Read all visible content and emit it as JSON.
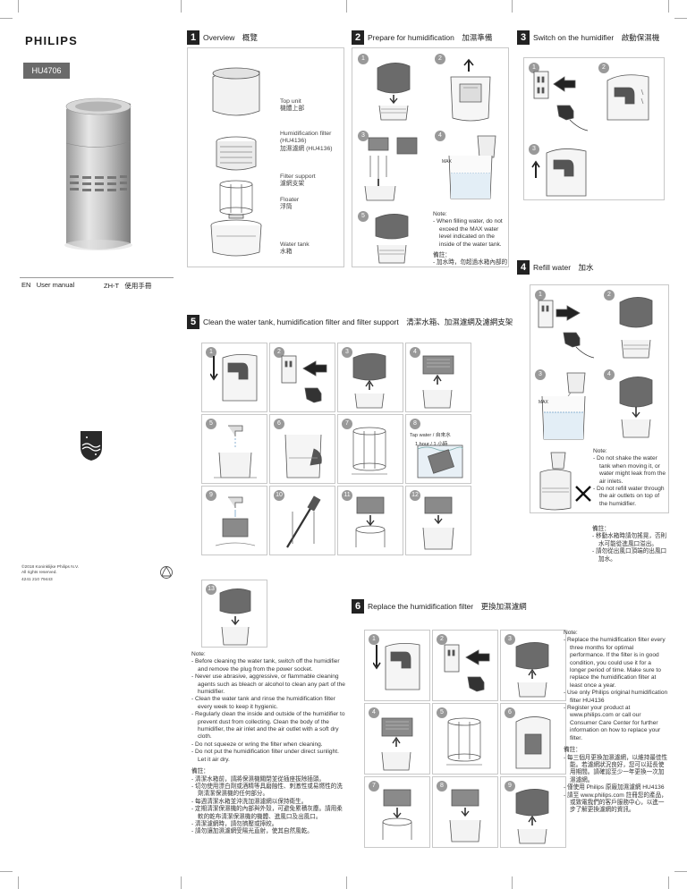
{
  "brand": "PHILIPS",
  "model": "HU4706",
  "languages": [
    {
      "code": "EN",
      "label": "User manual"
    },
    {
      "code": "ZH-T",
      "label": "使用手冊"
    }
  ],
  "copyright": "©2018 Koninklijke Philips N.V.\nAll rights reserved.",
  "doc_number": "4241 210 79443",
  "sections": {
    "overview": {
      "num": "1",
      "title": "Overview　概覽",
      "parts": [
        {
          "en": "Top unit",
          "zh": "機體上部"
        },
        {
          "en": "Humidification filter (HU4136)",
          "zh": "加濕濾網 (HU4136)"
        },
        {
          "en": "Filter support",
          "zh": "濾網支架"
        },
        {
          "en": "Floater",
          "zh": "浮筒"
        },
        {
          "en": "Water tank",
          "zh": "水箱"
        }
      ]
    },
    "prepare": {
      "num": "2",
      "title": "Prepare for humidification　加濕準備",
      "steps": [
        "1",
        "2",
        "3",
        "4",
        "5"
      ],
      "max_label": "MAX",
      "note_title": "Note:",
      "note_en": "When filling water, do not exceed the MAX water level indicated on the inside of the water tank.",
      "note_zh_title": "備註：",
      "note_zh": "加水時，勿超過水箱內部的 MAX 水線。"
    },
    "switch_on": {
      "num": "3",
      "title": "Switch on the humidifier　啟動保濕機",
      "steps": [
        "1",
        "2",
        "3"
      ]
    },
    "refill": {
      "num": "4",
      "title": "Refill water　加水",
      "steps": [
        "1",
        "2",
        "3",
        "4"
      ],
      "note_title": "Note:",
      "notes_en": [
        "Do not shake the water tank when moving it, or water might leak from the air inlets.",
        "Do not refill water through the air outlets on top of the humidifier."
      ],
      "note_zh_title": "備註：",
      "notes_zh": [
        "移動水箱時請勿搖晃，否則水可能從進風口溢出。",
        "請勿從出風口頂端的出風口加水。"
      ]
    },
    "clean": {
      "num": "5",
      "title": "Clean the water tank, humidification filter and filter support　清潔水箱、加濕濾網及濾網支架",
      "steps": [
        "1",
        "2",
        "3",
        "4",
        "5",
        "6",
        "7",
        "8",
        "9",
        "10",
        "11",
        "12",
        "13"
      ],
      "soak_label": "Tap water / 自來水",
      "soak_time": "1 hour / 1 小時",
      "note_title": "Note:",
      "notes_en": [
        "Before cleaning the water tank, switch off the humidifier and remove the plug from the power socket.",
        "Never use abrasive, aggressive, or flammable cleaning agents such as bleach or alcohol to clean any part of the humidifier.",
        "Clean the water tank and rinse the humidification filter every week to keep it hygienic.",
        "Regularly clean the inside and outside of the humidifier to prevent dust from collecting. Clean the body of the humidifier, the air inlet and the air outlet with a soft dry cloth.",
        "Do not squeeze or wring the filter when cleaning.",
        "Do not put the humidification filter under direct sunlight. Let it air dry."
      ],
      "note_zh_title": "備註：",
      "notes_zh": [
        "清潔水箱前，請將保濕機關閉並從插座拔除插頭。",
        "切勿使用漂白劑或酒精等具磨蝕性、刺激性或易燃性的洗劑清潔保濕機的任何部分。",
        "每週清潔水箱並沖洗加濕濾網以保持衛生。",
        "定期清潔保濕機的內部與外殼，可避免累積灰塵。請用柔軟的乾布清潔保濕機的機體、進風口及出風口。",
        "清潔濾網時，請勿擠壓或擰絞。",
        "請勿讓加濕濾網受陽光直射，使其自然風乾。"
      ]
    },
    "replace": {
      "num": "6",
      "title": "Replace the humidification filter　更換加濕濾網",
      "steps": [
        "1",
        "2",
        "3",
        "4",
        "5",
        "6",
        "7",
        "8",
        "9"
      ],
      "note_title": "Note:",
      "notes_en": [
        "Replace the humidification filter every three months for optimal performance. If the filter is in good condition, you could use it for a longer period of time. Make sure to replace the humidification filter at least once a year.",
        "Use only Philips original humidification filter HU4136",
        "Register your product at www.philips.com or call our Consumer Care Center for further information on how to replace your filter."
      ],
      "note_zh_title": "備註：",
      "notes_zh": [
        "每三個月更換加濕濾網，以維持最佳性能。若濾網狀況良好，您可以延長使用期間。請確認至少一年更換一次加濕濾網。",
        "僅使用 Philips 原廠加濕濾網 HU4136",
        "請至 www.philips.com 註冊您的產品，或致電我們的客戶服務中心，以進一步了解更換濾網的資訊。"
      ]
    }
  }
}
